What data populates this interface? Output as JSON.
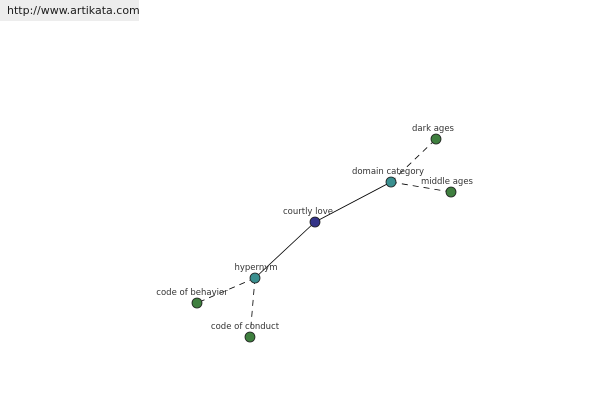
{
  "source_link": "http://www.artikata.com",
  "colors": {
    "background": "#ffffff",
    "url_bar": "#ededed",
    "edge": "#000000",
    "node_stroke": "#1f1f1f",
    "center_node": "#333388",
    "relation_node": "#3a8f8f",
    "leaf_node": "#3f7f3f"
  },
  "graph": {
    "center": "courtly love",
    "relations": [
      {
        "name": "domain category",
        "edge_style": "solid"
      },
      {
        "name": "hypernym",
        "edge_style": "solid"
      }
    ],
    "leaves": [
      {
        "label": "dark ages",
        "relation": "domain category",
        "edge_style": "dashed"
      },
      {
        "label": "middle ages",
        "relation": "domain category",
        "edge_style": "dashed"
      },
      {
        "label": "code of behavior",
        "relation": "hypernym",
        "edge_style": "dashed"
      },
      {
        "label": "code of conduct",
        "relation": "hypernym",
        "edge_style": "dashed"
      }
    ]
  }
}
